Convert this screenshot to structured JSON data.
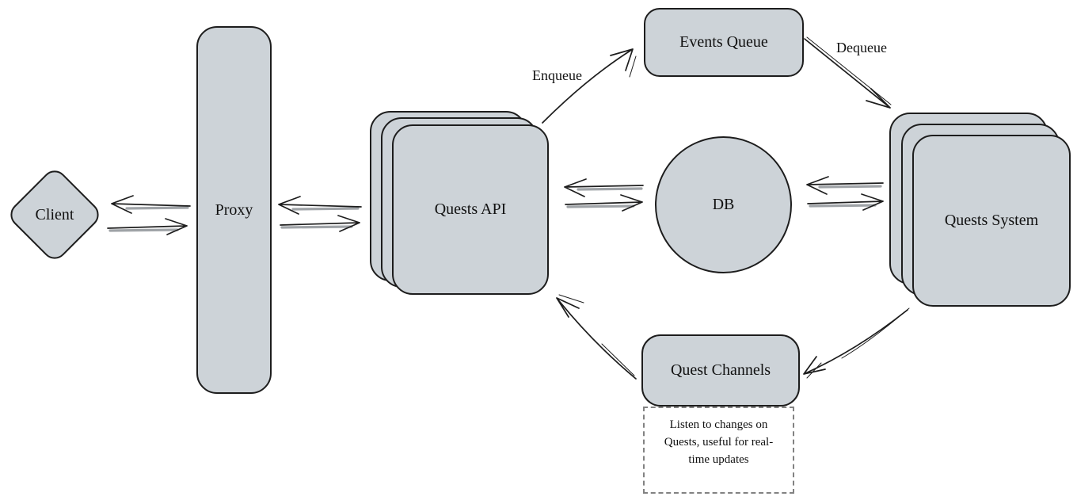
{
  "nodes": {
    "client": {
      "label": "Client",
      "shape": "diamond"
    },
    "proxy": {
      "label": "Proxy",
      "shape": "rounded-rect"
    },
    "quests_api": {
      "label": "Quests API",
      "shape": "stacked-cards"
    },
    "events_queue": {
      "label": "Events Queue",
      "shape": "rounded-rect"
    },
    "db": {
      "label": "DB",
      "shape": "circle"
    },
    "quests_system": {
      "label": "Quests System",
      "shape": "stacked-cards"
    },
    "quest_channels": {
      "label": "Quest Channels",
      "shape": "rounded-rect"
    }
  },
  "edges": {
    "client_proxy": {
      "type": "bidirectional",
      "from": "Client",
      "to": "Proxy",
      "label": ""
    },
    "proxy_quests_api": {
      "type": "bidirectional",
      "from": "Proxy",
      "to": "Quests API",
      "label": ""
    },
    "quests_api_db": {
      "type": "bidirectional",
      "from": "Quests API",
      "to": "DB",
      "label": ""
    },
    "db_quests_system": {
      "type": "bidirectional",
      "from": "DB",
      "to": "Quests System",
      "label": ""
    },
    "enqueue": {
      "type": "arrow",
      "from": "Quests API",
      "to": "Events Queue",
      "label": "Enqueue"
    },
    "dequeue": {
      "type": "arrow",
      "from": "Events Queue",
      "to": "Quests System",
      "label": "Dequeue"
    },
    "system_to_channels": {
      "type": "arrow",
      "from": "Quests System",
      "to": "Quest Channels",
      "label": ""
    },
    "channels_to_api": {
      "type": "arrow",
      "from": "Quest Channels",
      "to": "Quests API",
      "label": ""
    }
  },
  "note": {
    "text": "Listen to changes on Quests, useful for real-time updates",
    "attached_to": "Quest Channels"
  },
  "colors": {
    "node_fill": "#cdd3d8",
    "node_stroke": "#1d1d1d",
    "arrow": "#1d1d1d",
    "arrow_shadow": "#8e9398",
    "note_border": "#828282",
    "background": "#ffffff"
  }
}
